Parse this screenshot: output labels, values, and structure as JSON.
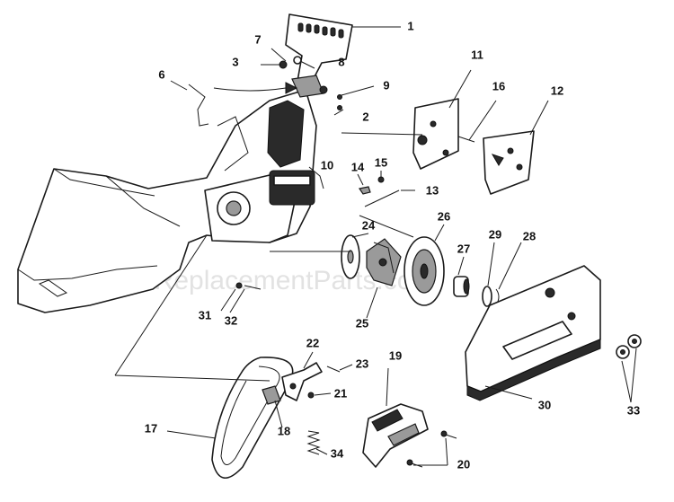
{
  "watermark": "eReplacementParts.com",
  "callouts": {
    "c1": "1",
    "c2": "2",
    "c3": "3",
    "c6": "6",
    "c7": "7",
    "c8": "8",
    "c9": "9",
    "c10": "10",
    "c11": "11",
    "c12": "12",
    "c13": "13",
    "c14": "14",
    "c15": "15",
    "c16": "16",
    "c17": "17",
    "c18": "18",
    "c19": "19",
    "c20": "20",
    "c21": "21",
    "c22": "22",
    "c23": "23",
    "c24": "24",
    "c25": "25",
    "c26": "26",
    "c27": "27",
    "c28": "28",
    "c29": "29",
    "c30": "30",
    "c31": "31",
    "c32": "32",
    "c33": "33",
    "c34": "34"
  }
}
